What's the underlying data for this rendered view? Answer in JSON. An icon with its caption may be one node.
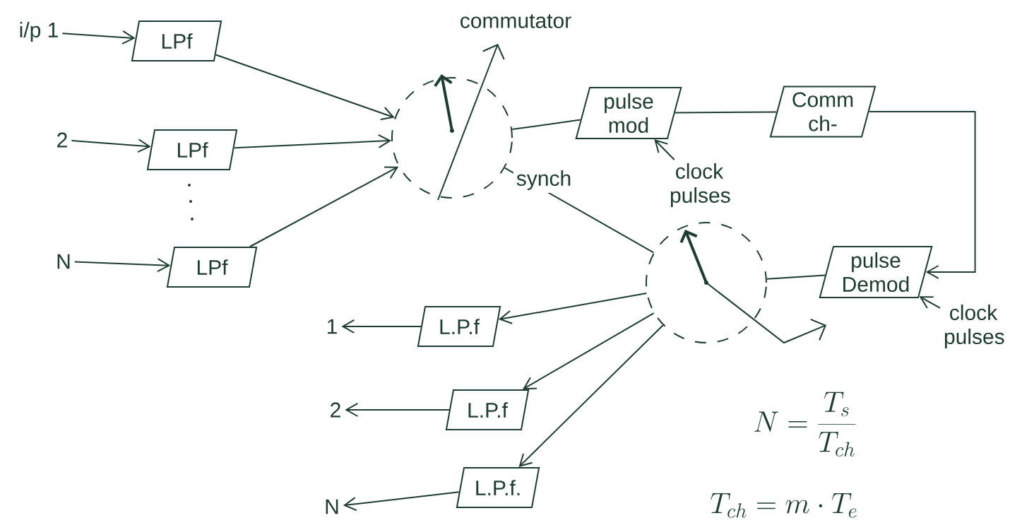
{
  "diagram": {
    "nodes": [
      {
        "text": [
          "i/p 1"
        ]
      },
      {
        "text": [
          "2"
        ]
      },
      {
        "text": [
          "N"
        ]
      },
      {
        "text": [
          "LPf"
        ]
      },
      {
        "text": [
          "LPf"
        ]
      },
      {
        "text": [
          "LPf"
        ]
      },
      {
        "text": [],
        "shape": "circle"
      },
      {
        "text": [
          "pulse mod"
        ]
      },
      {
        "text": [
          "Comm ch-"
        ]
      },
      {
        "text": [
          "pulse Demod"
        ]
      },
      {
        "text": [],
        "shape": "circle"
      },
      {
        "text": [
          "L.P.f"
        ]
      },
      {
        "text": [
          "L.P.f"
        ]
      },
      {
        "text": [
          "L.P.f."
        ]
      },
      {
        "text": [
          "1"
        ]
      },
      {
        "text": [
          "2"
        ]
      },
      {
        "text": [
          "N"
        ]
      },
      {
        "text": [
          "clock pulses"
        ]
      },
      {
        "text": [
          "clock pulses"
        ]
      }
    ],
    "edges": [
      {
        "from": 0,
        "to": 3,
        "arrow": "to"
      },
      {
        "from": 1,
        "to": 4,
        "arrow": "to"
      },
      {
        "from": 2,
        "to": 5,
        "arrow": "to"
      },
      {
        "from": 3,
        "to": 6,
        "arrow": "to"
      },
      {
        "from": 4,
        "to": 6,
        "arrow": "to"
      },
      {
        "from": 5,
        "to": 6,
        "arrow": "to"
      },
      {
        "from": 6,
        "to": 7,
        "arrow": "none"
      },
      {
        "from": 7,
        "to": 8,
        "arrow": "none"
      },
      {
        "from": 8,
        "to": 9,
        "arrow": "to"
      },
      {
        "from": 9,
        "to": 10,
        "arrow": "none"
      },
      {
        "from": 10,
        "to": 11,
        "arrow": "to"
      },
      {
        "from": 10,
        "to": 12,
        "arrow": "to"
      },
      {
        "from": 10,
        "to": 13,
        "arrow": "to"
      },
      {
        "from": 11,
        "to": 14,
        "arrow": "to"
      },
      {
        "from": 12,
        "to": 15,
        "arrow": "to"
      },
      {
        "from": 13,
        "to": 16,
        "arrow": "to"
      },
      {
        "from": 17,
        "to": 7,
        "arrow": "to"
      },
      {
        "from": 18,
        "to": 9,
        "arrow": "to"
      },
      {
        "from": 6,
        "to": 10,
        "arrow": "none",
        "label": "synch"
      }
    ],
    "labels": [
      "commutator",
      "N = \\frac{T_s}{T_{ch}}",
      "T_{ch} = m \\cdot T_e"
    ]
  }
}
